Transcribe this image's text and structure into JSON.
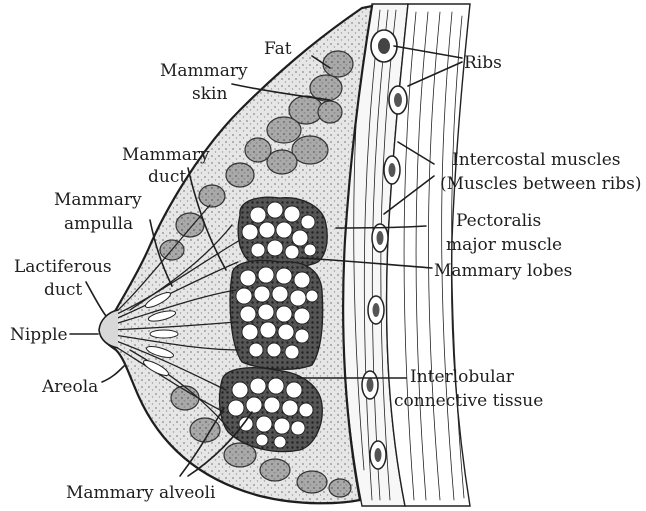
{
  "labels": {
    "fat": "Fat",
    "skin_1": "Mammary",
    "skin_2": "skin",
    "ribs": "Ribs",
    "duct_1": "Mammary",
    "duct_2": "duct",
    "intercostal_1": "Intercostal muscles",
    "intercostal_2": "(Muscles between ribs)",
    "ampulla_1": "Mammary",
    "ampulla_2": "ampulla",
    "pectoralis_1": "Pectoralis",
    "pectoralis_2": "major muscle",
    "lactiferous_1": "Lactiferous",
    "lactiferous_2": "duct",
    "lobes": "Mammary lobes",
    "nipple": "Nipple",
    "areola": "Areola",
    "interlobular_1": "Interlobular",
    "interlobular_2": "connective tissue",
    "alveoli": "Mammary alveoli"
  },
  "colors": {
    "ink": "#1e1e1e",
    "fat": "#9a9a9a",
    "stipple": "#c9c9c9",
    "lobule": "#ffffff",
    "muscle": "#f4f4f4"
  }
}
